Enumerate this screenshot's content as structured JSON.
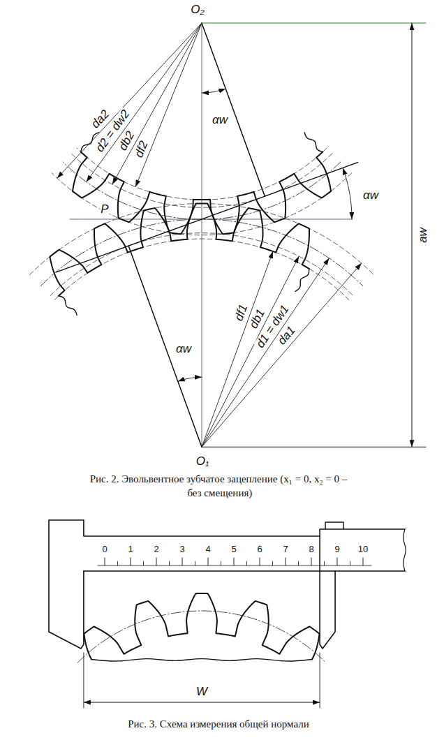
{
  "diagram": {
    "labels": [
      "O₂",
      "da2",
      "d2 = dw2",
      "db2",
      "df2",
      "αw",
      "αw",
      "P",
      "aw",
      "df1",
      "db1",
      "d1 = dw1",
      "da1",
      "αw",
      "O₁",
      "Рис. 2. Эвольвентное зубчатое зацепление (x₁ = 0, x₂ = 0 – без смещения)",
      "0",
      "1",
      "2",
      "3",
      "4",
      "5",
      "6",
      "7",
      "8",
      "9",
      "10",
      "W",
      "Рис. 3. Схема измерения общей нормали"
    ]
  }
}
